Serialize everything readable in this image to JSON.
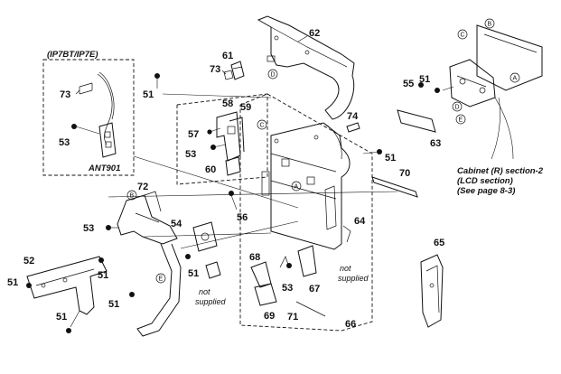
{
  "labels": {
    "p62": "62",
    "p61": "61",
    "p73a": "73",
    "p51a": "51",
    "p58": "58",
    "p59": "59",
    "p57": "57",
    "p53a": "53",
    "p60": "60",
    "p74": "74",
    "p70": "70",
    "p51b": "51",
    "p72": "72",
    "p53b": "53",
    "p56": "56",
    "p54": "54",
    "p52": "52",
    "p51c": "51",
    "p51d": "51",
    "p51e": "51",
    "p51f": "51",
    "p51g": "51",
    "p64": "64",
    "p68": "68",
    "p53c": "53",
    "p67": "67",
    "p69": "69",
    "p71": "71",
    "p66": "66",
    "p65": "65",
    "p55": "55",
    "p51h": "51",
    "p63": "63",
    "p73b": "73",
    "p53d": "53"
  },
  "inset": {
    "title": "(IP7BT/IP7E)",
    "ant": "ANT901"
  },
  "notes": {
    "not_supplied_1_line1": "not",
    "not_supplied_1_line2": "supplied",
    "not_supplied_2_line1": "not",
    "not_supplied_2_line2": "supplied",
    "cabinet_line1": "Cabinet (R) section-2",
    "cabinet_line2": "(LCD section)",
    "cabinet_line3": "(See page 8-3)"
  },
  "markers": {
    "A": "A",
    "B": "B",
    "C": "C",
    "D": "D",
    "E": "E"
  }
}
